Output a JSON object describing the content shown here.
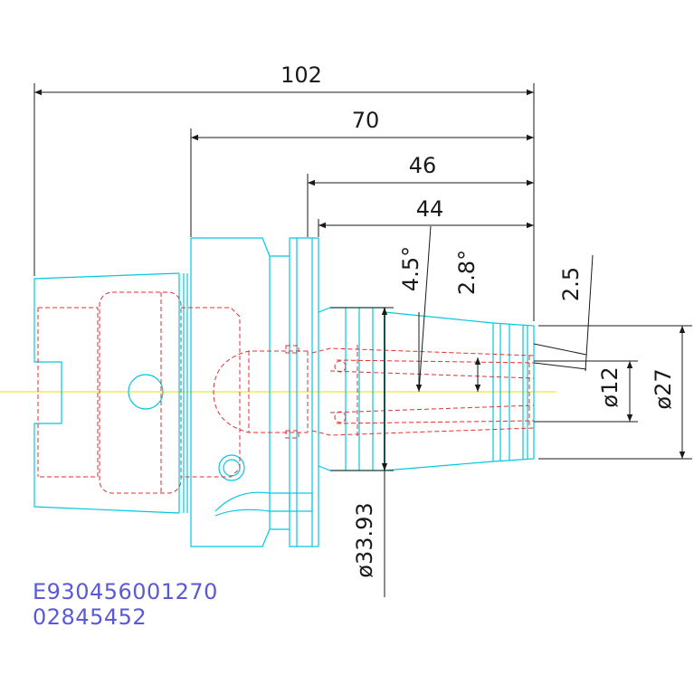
{
  "dimensions": {
    "overall_length": "102",
    "length_70": "70",
    "length_46": "46",
    "length_44": "44",
    "angle_outer": "4.5°",
    "angle_inner": "2.8°",
    "wall": "2.5",
    "bore_diameter": "ø12",
    "nose_diameter": "ø27",
    "shank_diameter": "ø33.93"
  },
  "part_codes": {
    "line1": "E930456001270",
    "line2": "02845452"
  },
  "colors": {
    "outline": "#00c8e0",
    "hidden": "#e03030",
    "centerline": "#e8e000",
    "dimension": "#1a1a1a",
    "codes": "#5a5ad8"
  }
}
